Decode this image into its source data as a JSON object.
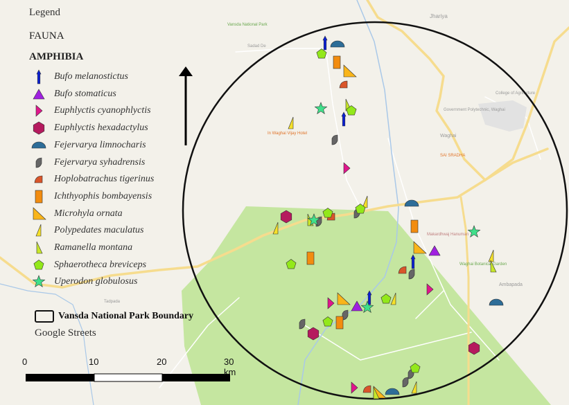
{
  "legend": {
    "title": "Legend",
    "group": "FAUNA",
    "class": "AMPHIBIA",
    "species": [
      {
        "name": "Bufo melanostictus",
        "shape": "arrow",
        "color": "#0a1fd6"
      },
      {
        "name": "Bufo stomaticus",
        "shape": "triangle",
        "color": "#a020e0"
      },
      {
        "name": "Euphlyctis cyanophlyctis",
        "shape": "right-pointer",
        "color": "#e0168c"
      },
      {
        "name": "Euphlyctis hexadactylus",
        "shape": "hexagon",
        "color": "#b51a5e"
      },
      {
        "name": "Fejervarya limnocharis",
        "shape": "dome",
        "color": "#2d6d98"
      },
      {
        "name": "Fejervarya syhadrensis",
        "shape": "leaf",
        "color": "#666666"
      },
      {
        "name": "Hoplobatrachus tigerinus",
        "shape": "quarter",
        "color": "#d9552a"
      },
      {
        "name": "Ichthyophis bombayensis",
        "shape": "rectangle",
        "color": "#f28c0f"
      },
      {
        "name": "Microhyla ornata",
        "shape": "right-triangle",
        "color": "#f9b51a"
      },
      {
        "name": "Polypedates maculatus",
        "shape": "thin-triangle",
        "color": "#f5e02a"
      },
      {
        "name": "Ramanella montana",
        "shape": "narrow-triangle",
        "color": "#c8e62a"
      },
      {
        "name": "Sphaerotheca breviceps",
        "shape": "pentagon",
        "color": "#93e81a"
      },
      {
        "name": "Uperodon globulosus",
        "shape": "star",
        "color": "#3fe08a"
      }
    ],
    "boundary_label": "Vansda National Park Boundary",
    "basemap_label": "Google Streets"
  },
  "scale_bar": {
    "ticks": [
      "0",
      "10",
      "20",
      "30 km"
    ]
  },
  "map_labels": {
    "park": "Vansda National Park",
    "sadad": "Sadad De",
    "jhariya": "Jhariya",
    "college": "College of Agriculture",
    "polytechnic": "Government Polytechnic, Waghai",
    "waghai": "Waghai",
    "sai": "SAI SRADHA",
    "hotel": "In Waghai Vijay Hotel",
    "hanuman": "Makardhwaj Hanuman",
    "garden": "Waghai Botanical Garden",
    "ambapada": "Ambapada",
    "tadpada": "Tadpada"
  },
  "colors": {
    "park_fill": "#c5e6a0",
    "road": "#f6dc8e",
    "river": "#a9c8e8",
    "background": "#f3f1ea"
  }
}
